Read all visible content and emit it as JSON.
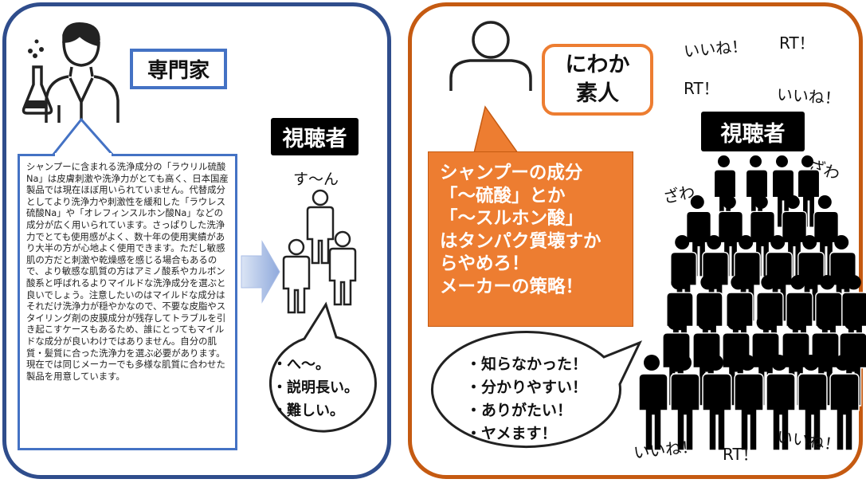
{
  "left": {
    "expert_label": "専門家",
    "expert_text": "シャンプーに含まれる洗浄成分の「ラウリル硫酸Na」は皮膚刺激や洗浄力がとても高く、日本国産製品では現在ほぼ用いられていません。代替成分としてより洗浄力や刺激性を緩和した「ラウレス硫酸Na」や「オレフィンスルホン酸Na」などの成分が広く用いられています。さっぱりした洗浄力でとても使用感がよく、数十年の使用実績があり大半の方が心地よく使用できます。ただし敏感肌の方だと刺激や乾燥感を感じる場合もあるので、より敏感な肌質の方はアミノ酸系やカルボン酸系と呼ばれるよりマイルドな洗浄成分を選ぶと良いでしょう。注意したいのはマイルドな成分はそれだけ洗浄力が穏やかなので、不要な皮脂やスタイリング剤の皮膜成分が残存してトラブルを引き起こすケースもあるため、誰にとってもマイルドな成分が良いわけではありません。自分の肌質・髪質に合った洗浄力を選ぶ必要があります。現在では同じメーカーでも多様な肌質に合わせた製品を用意しています。",
    "viewers_label": "視聴者",
    "reaction_sound": "す〜ん",
    "bubble_lines": [
      "・へ〜。",
      "・説明長い。",
      "・難しい。"
    ]
  },
  "right": {
    "amateur_label_line1": "にわか",
    "amateur_label_line2": "素人",
    "claim_lines": [
      "シャンプーの成分",
      "「〜硫酸」とか",
      "「〜スルホン酸」",
      "はタンパク質壊すか",
      "らやめろ！",
      "メーカーの策略！"
    ],
    "viewers_label": "視聴者",
    "murmur_1": "ざわ",
    "murmur_2": "ざわ",
    "reactions_top": [
      "いいね！",
      "RT！",
      "RT！",
      "いいね！"
    ],
    "reactions_bottom": [
      "いいね！",
      "RT！",
      "いいね！"
    ],
    "bubble_lines": [
      "・知らなかった！",
      "・分かりやすい！",
      "・ありがたい！",
      "・ヤメます！"
    ]
  },
  "colors": {
    "blue_border": "#2f4d8c",
    "blue_accent": "#4472c4",
    "orange_border": "#c55a11",
    "orange_fill": "#ed7d31"
  }
}
